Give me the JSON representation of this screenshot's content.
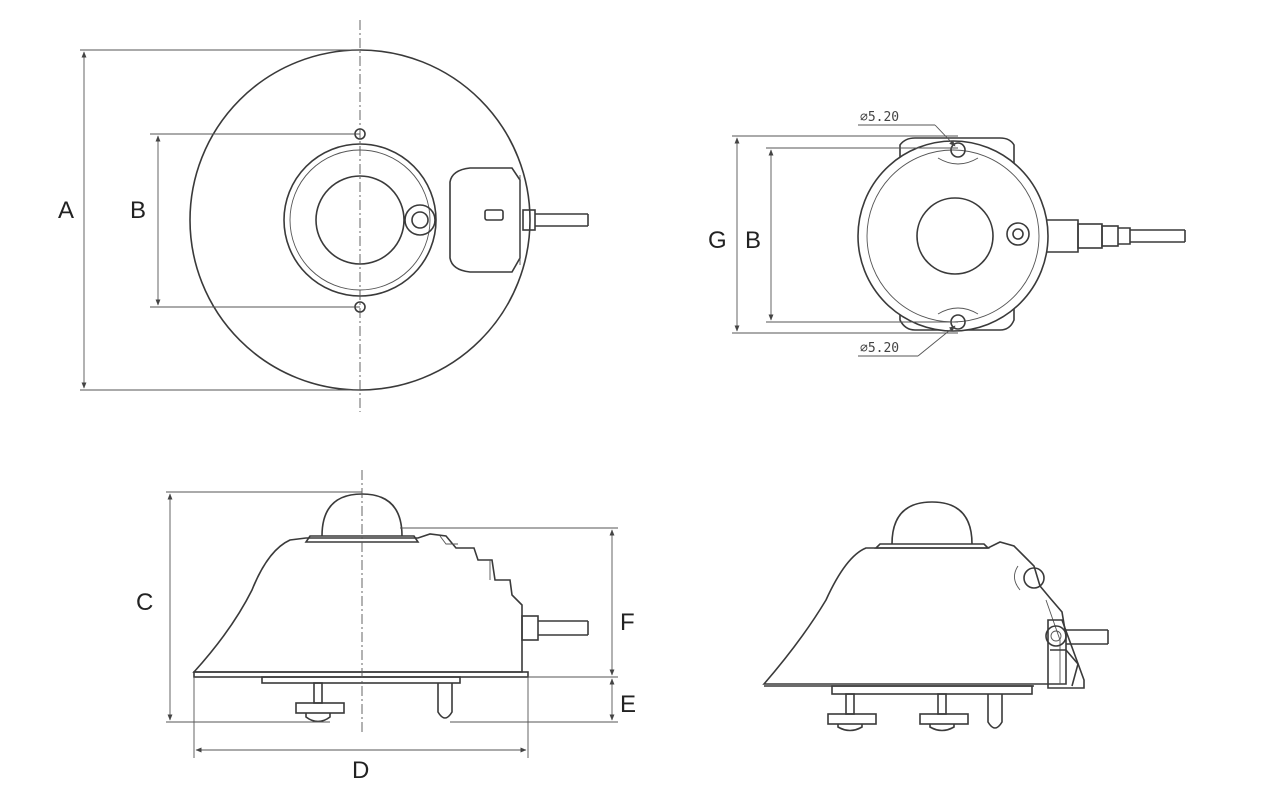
{
  "top_view_left": {
    "label_a": "A",
    "label_b": "B"
  },
  "top_view_right": {
    "label_g": "G",
    "label_b": "B",
    "hole_top": "⌀5.20",
    "hole_bottom": "⌀5.20"
  },
  "side_view_left": {
    "label_c": "C",
    "label_d": "D",
    "label_e": "E",
    "label_f": "F"
  },
  "side_view_right": {}
}
